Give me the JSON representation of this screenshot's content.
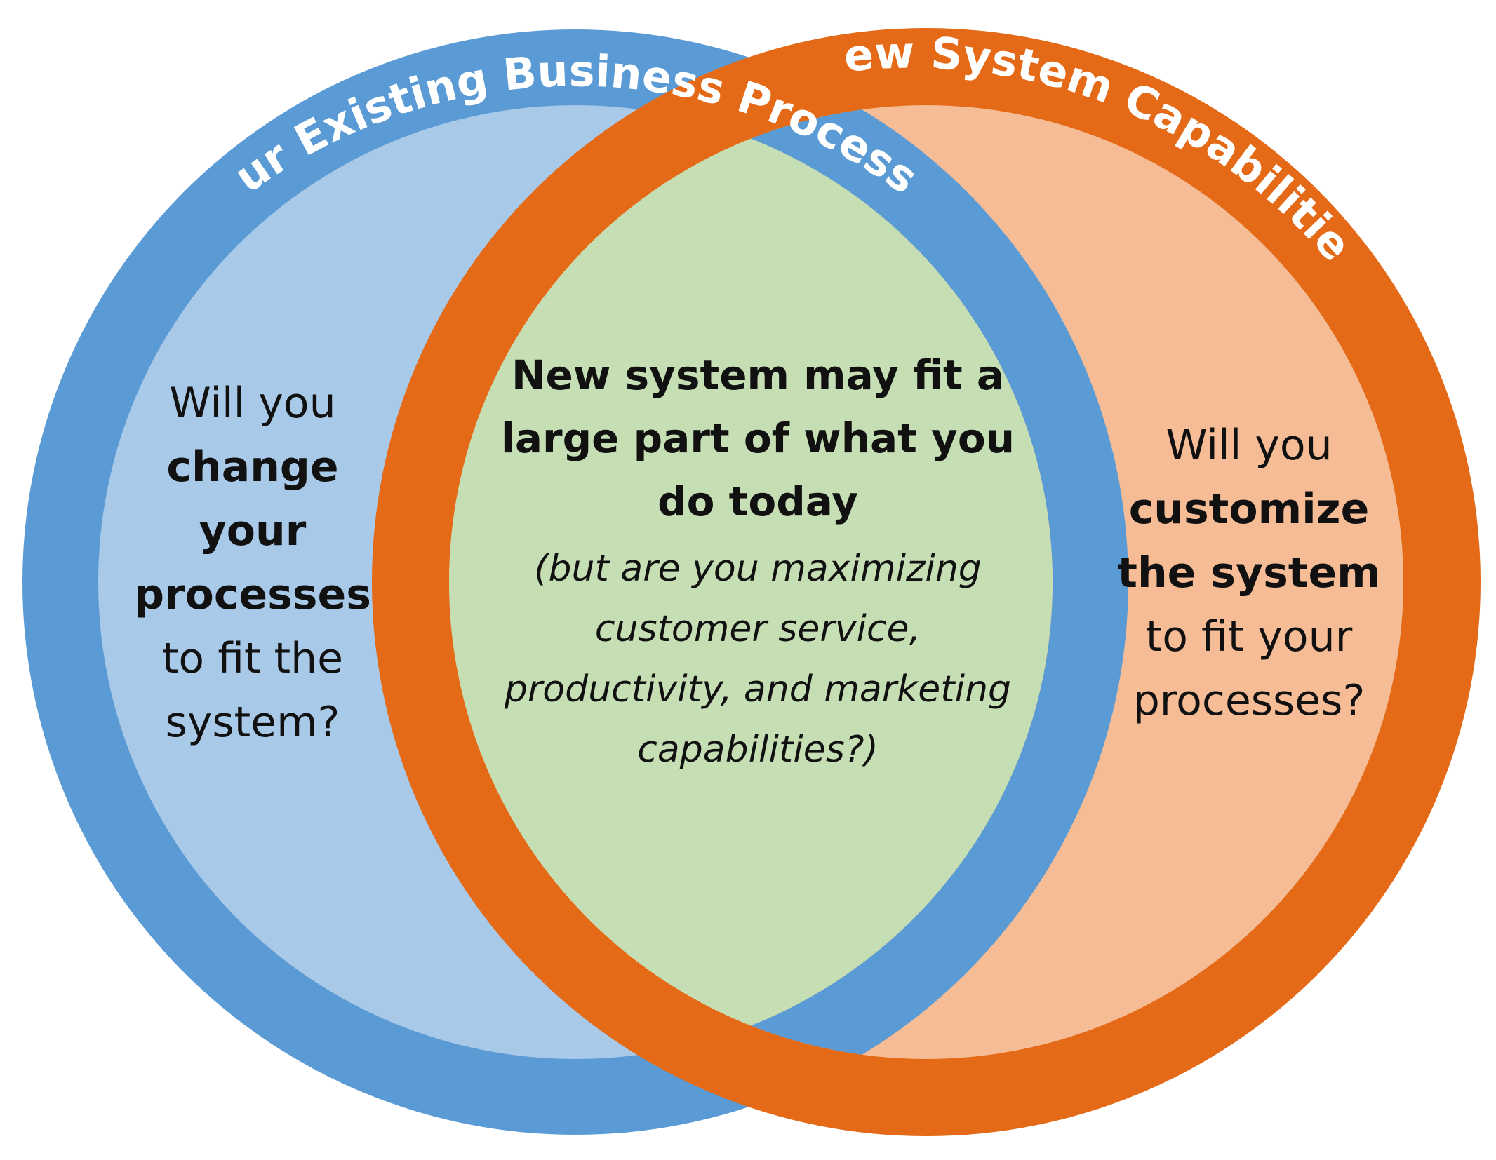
{
  "diagram": {
    "colors": {
      "left_ring": "#5b9bd5",
      "left_fill": "#a9c9e8",
      "right_ring": "#e46a17",
      "right_fill": "#f5bc96",
      "overlap_fill": "#c6deb4"
    },
    "left_circle": {
      "label": "Your Existing Business Processes",
      "text_lead": "Will you",
      "text_bold": "change your processes",
      "text_tail": "to fit the system?"
    },
    "right_circle": {
      "label": "New System Capabilities",
      "text_lead": "Will you",
      "text_bold": "customize the system",
      "text_tail": "to fit your processes?"
    },
    "overlap": {
      "heading": "New system may fit a large part of what you do today",
      "subtext": "(but are you maximizing customer service, productivity, and marketing capabilities?)"
    }
  }
}
